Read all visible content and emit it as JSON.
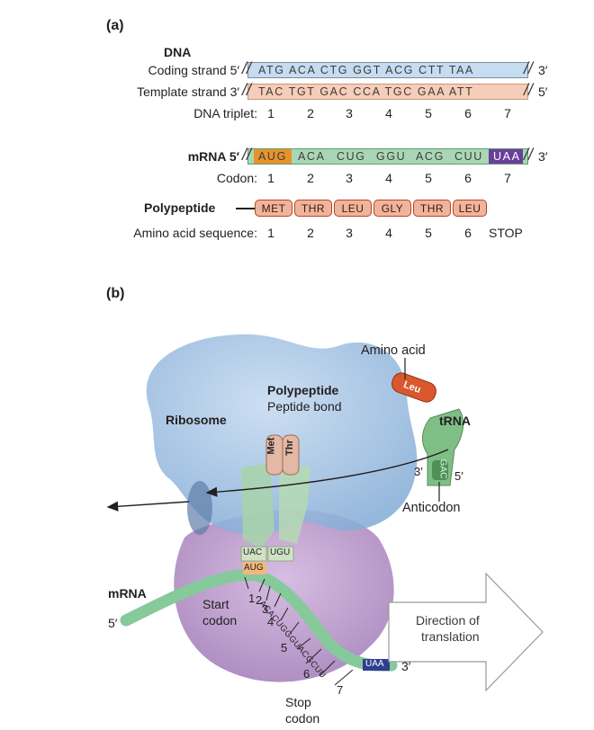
{
  "part_a": {
    "label": "(a)",
    "dna_heading": "DNA",
    "coding_label": "Coding strand 5′",
    "coding_seq": "ATG ACA CTG GGT ACG CTT TAA",
    "coding_end": "3′",
    "template_label": "Template strand 3′",
    "template_seq": "TAC TGT GAC CCA TGC GAA ATT",
    "template_end": "5′",
    "triplet_label": "DNA triplet:",
    "triplet_nums": [
      "1",
      "2",
      "3",
      "4",
      "5",
      "6",
      "7"
    ],
    "mrna_label": "mRNA 5′",
    "mrna_codons": [
      "AUG",
      "ACA",
      "CUG",
      "GGU",
      "ACG",
      "CUU",
      "UAA"
    ],
    "mrna_end": "3′",
    "codon_label": "Codon:",
    "codon_nums": [
      "1",
      "2",
      "3",
      "4",
      "5",
      "6",
      "7"
    ],
    "polypeptide_label": "Polypeptide",
    "amino_acids": [
      "MET",
      "THR",
      "LEU",
      "GLY",
      "THR",
      "LEU"
    ],
    "aa_seq_label": "Amino acid sequence:",
    "aa_nums": [
      "1",
      "2",
      "3",
      "4",
      "5",
      "6",
      "STOP"
    ]
  },
  "part_b": {
    "label": "(b)",
    "amino_acid": "Amino acid",
    "leu": "Leu",
    "trna": "tRNA",
    "trna_3": "3′",
    "trna_5": "5′",
    "anticodon_seq": "GAC",
    "anticodon": "Anticodon",
    "polypeptide": "Polypeptide",
    "peptide_bond": "Peptide bond",
    "ribosome": "Ribosome",
    "met": "Met",
    "thr": "Thr",
    "uac": "UAC",
    "ugu": "UGU",
    "mrna": "mRNA",
    "mrna_5": "5′",
    "mrna_3": "3′",
    "aug": "AUG",
    "mrna_mid": "ACACUGGGUACGCUU",
    "uaa": "UAA",
    "start": "Start",
    "codon": "codon",
    "stop": "Stop",
    "stop_codon": "codon",
    "cnums": [
      "1",
      "2",
      "3",
      "4",
      "5",
      "6",
      "7"
    ],
    "direction1": "Direction of",
    "direction2": "translation"
  },
  "colors": {
    "coding_fill": "#c6dcf0",
    "template_fill": "#f6cdb8",
    "mrna_fill": "#a9d7b5",
    "aug_fill": "#e8932a",
    "uaa_fill": "#6a3f9a",
    "ribosome_large": "#9ec0e4",
    "ribosome_small": "#b995c9",
    "trna": "#7fbf86",
    "leu": "#d9582e"
  }
}
